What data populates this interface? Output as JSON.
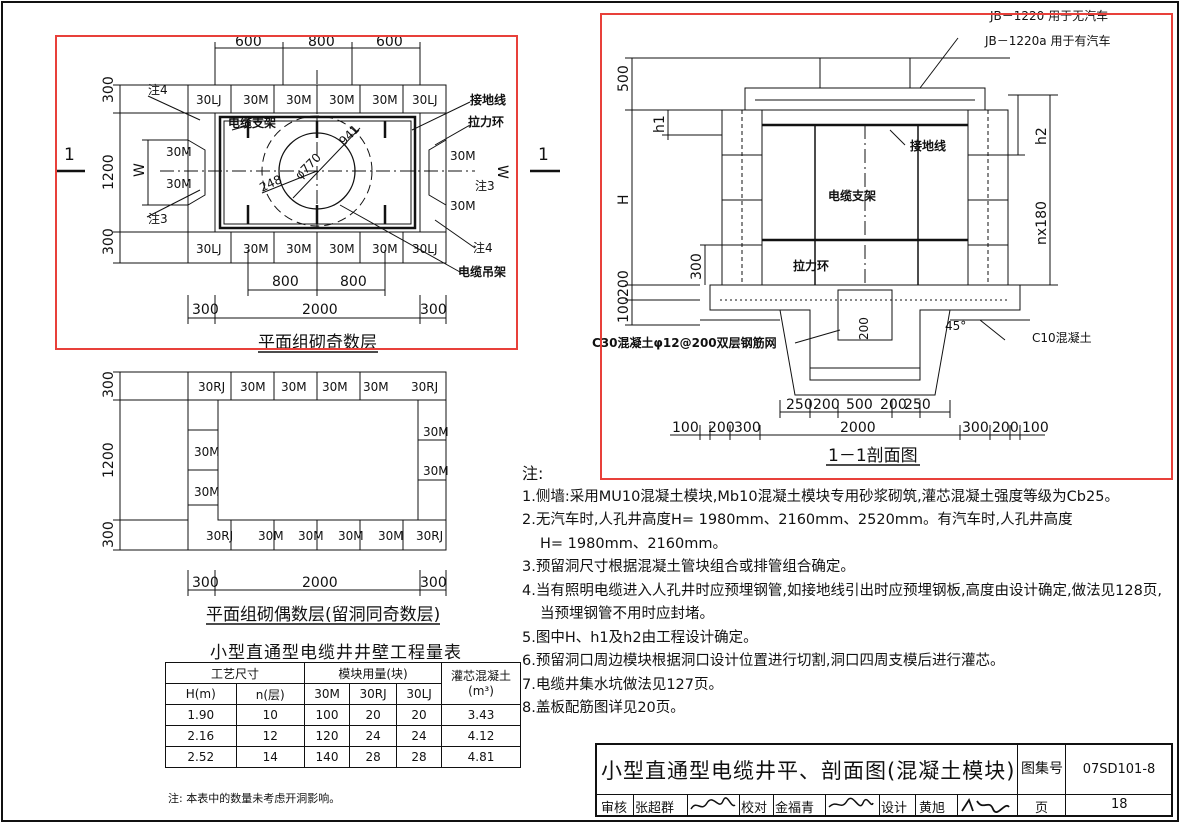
{
  "plan_odd": {
    "title": "平面组砌奇数层",
    "top_dims": [
      "600",
      "800",
      "600"
    ],
    "left_dims": [
      "300",
      "1200",
      "300"
    ],
    "bottom_dims": [
      "300",
      "2000",
      "300"
    ],
    "inner_dims": [
      "800",
      "800"
    ],
    "w": "W",
    "section_mark": "1",
    "top_blocks": [
      "30LJ",
      "30M",
      "30M",
      "30M",
      "30M",
      "30LJ"
    ],
    "bottom_blocks": [
      "30LJ",
      "30M",
      "30M",
      "30M",
      "30M",
      "30LJ"
    ],
    "side_blocks": [
      "30M",
      "30M",
      "30M",
      "30M"
    ],
    "labels": {
      "note4": "注4",
      "note3": "注3",
      "cable_rack": "电缆支架",
      "ground": "接地线",
      "pull_ring": "拉力环",
      "cable_hanger": "电缆吊架",
      "phi770": "φ770",
      "r941": "941",
      "r248": "248"
    }
  },
  "plan_even": {
    "title": "平面组砌偶数层(留洞同奇数层)",
    "left_dims": [
      "300",
      "1200",
      "300"
    ],
    "bottom_dims": [
      "300",
      "2000",
      "300"
    ],
    "top_blocks": [
      "30RJ",
      "30M",
      "30M",
      "30M",
      "30M",
      "30RJ"
    ],
    "bottom_blocks": [
      "30RJ",
      "30M",
      "30M",
      "30M",
      "30M",
      "30RJ"
    ],
    "side_blocks": [
      "30M",
      "30M",
      "30M",
      "30M"
    ]
  },
  "section": {
    "title": "1－1剖面图",
    "jb1": "JB－1220 用于无汽车",
    "jb2": "JB－1220a 用于有汽车",
    "left_dims": [
      "500",
      "h1",
      "H",
      "300",
      "200",
      "100"
    ],
    "right_dims": [
      "h2",
      "nx180"
    ],
    "labels": {
      "ground": "接地线",
      "cable_rack": "电缆支架",
      "pull_ring": "拉力环",
      "c10": "C10混凝土",
      "c30": "C30混凝土φ12@200双层钢筋网",
      "angle": "45°",
      "d200": "200"
    },
    "bottom_dims_1": [
      "250",
      "200",
      "500",
      "200",
      "250"
    ],
    "bottom_dims_2": [
      "100",
      "200",
      "300",
      "2000",
      "300",
      "200",
      "100"
    ]
  },
  "notes": {
    "title": "注:",
    "items": [
      "1.侧墙:采用MU10混凝土模块,Mb10混凝土模块专用砂浆砌筑,灌芯混凝土强度等级为Cb25。",
      "2.无汽车时,人孔井高度H= 1980mm、2160mm、2520mm。有汽车时,人孔井高度",
      "H= 1980mm、2160mm。",
      "3.预留洞尺寸根据混凝土管块组合或排管组合确定。",
      "4.当有照明电缆进入人孔井时应预埋钢管,如接地线引出时应预埋钢板,高度由设计确定,做法见128页,",
      "当预埋钢管不用时应封堵。",
      "5.图中H、h1及h2由工程设计确定。",
      "6.预留洞口周边模块根据洞口设计位置进行切割,洞口四周支模后进行灌芯。",
      "7.电缆井集水坑做法见127页。",
      "8.盖板配筋图详见20页。"
    ]
  },
  "quantity_table": {
    "title": "小型直通型电缆井井壁工程量表",
    "h_process": "工艺尺寸",
    "h_blocks": "模块用量(块)",
    "h_concrete": "灌芯混凝土",
    "h_concrete_unit": "(m³)",
    "cols": [
      "H(m)",
      "n(层)",
      "30M",
      "30RJ",
      "30LJ"
    ],
    "rows": [
      [
        "1.90",
        "10",
        "100",
        "20",
        "20",
        "3.43"
      ],
      [
        "2.16",
        "12",
        "120",
        "24",
        "24",
        "4.12"
      ],
      [
        "2.52",
        "14",
        "140",
        "28",
        "28",
        "4.81"
      ]
    ],
    "note": "注: 本表中的数量未考虑开洞影响。"
  },
  "title_block": {
    "title": "小型直通型电缆井平、剖面图(混凝土模块)",
    "atlas_label": "图集号",
    "atlas_no": "07SD101-8",
    "review": "审核",
    "reviewer": "张超群",
    "check": "校对",
    "checker": "金福青",
    "design": "设计",
    "designer": "黄旭",
    "page_label": "页",
    "page_no": "18"
  },
  "highlight_color": "#e8403a"
}
